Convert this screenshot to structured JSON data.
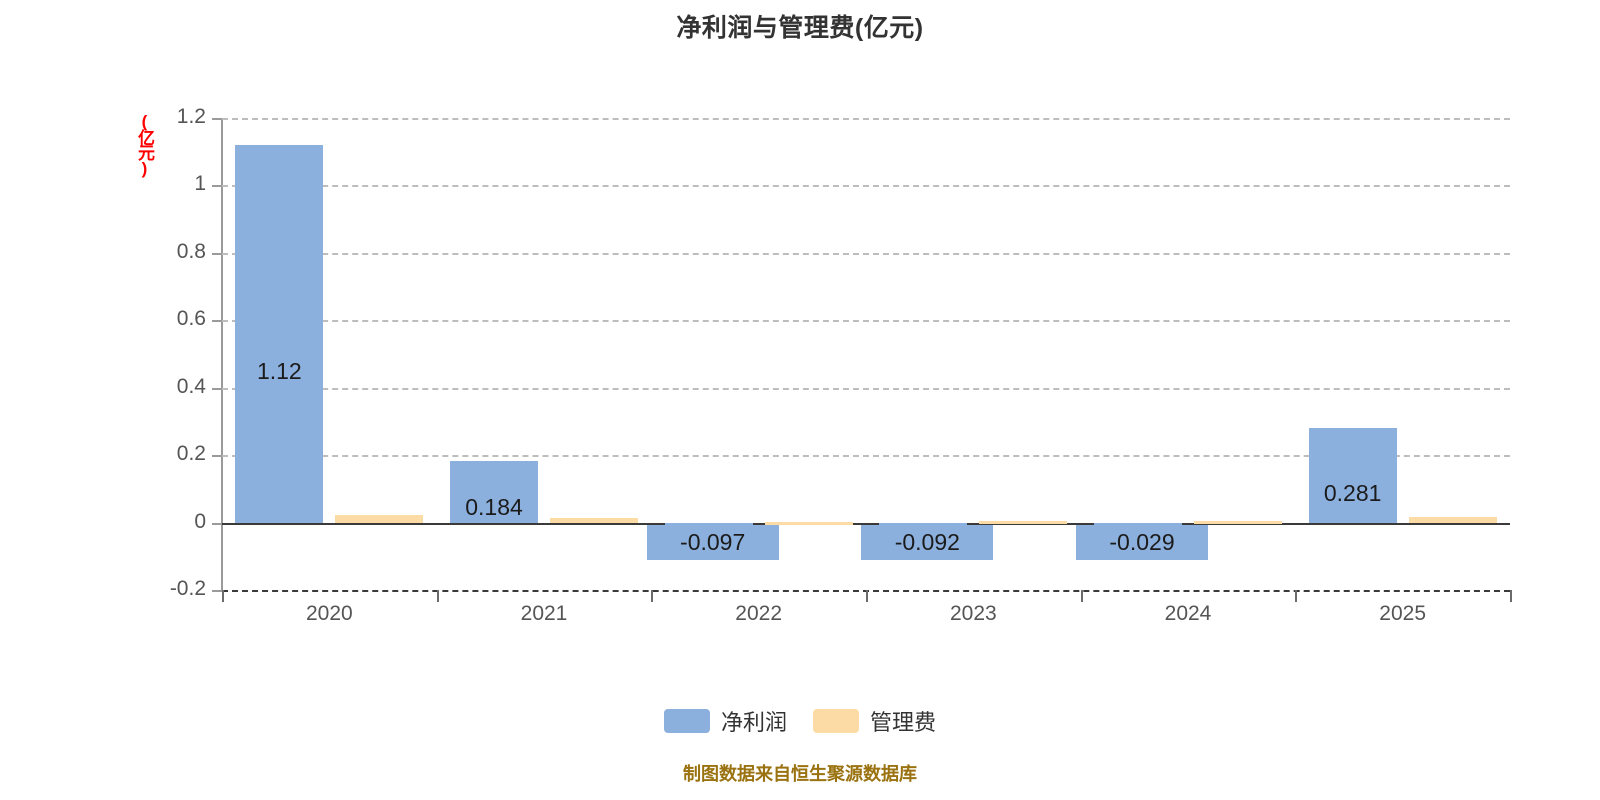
{
  "chart_data": {
    "type": "bar",
    "title": "净利润与管理费(亿元)",
    "xlabel": "",
    "ylabel": "(亿元)",
    "categories": [
      "2020",
      "2021",
      "2022",
      "2023",
      "2024",
      "2025"
    ],
    "series": [
      {
        "name": "净利润",
        "color": "#8cb0dd",
        "values": [
          1.12,
          0.184,
          -0.097,
          -0.092,
          -0.029,
          0.281
        ],
        "labels": [
          "1.12",
          "0.184",
          "-0.097",
          "-0.092",
          "-0.029",
          "0.281"
        ]
      },
      {
        "name": "管理费",
        "color": "#fcdca4",
        "values": [
          0.022,
          0.015,
          0.003,
          0.004,
          0.005,
          0.018
        ],
        "labels": [
          "",
          "",
          "",
          "",
          "",
          ""
        ]
      }
    ],
    "ylim": [
      -0.2,
      1.2
    ],
    "yticks": [
      "1.2",
      "1",
      "0.8",
      "0.6",
      "0.4",
      "0.2",
      "0",
      "-0.2"
    ],
    "ytick_values": [
      1.2,
      1,
      0.8,
      0.6,
      0.4,
      0.2,
      0,
      -0.2
    ],
    "grid": true,
    "legend_position": "bottom"
  },
  "legend": {
    "items": [
      {
        "label": "净利润",
        "color": "#8cb0dd"
      },
      {
        "label": "管理费",
        "color": "#fcdca4"
      }
    ]
  },
  "footer": {
    "note": "制图数据来自恒生聚源数据库",
    "color": "#9a7310"
  },
  "axis": {
    "unit_label": "(亿元)",
    "unit_color": "#ff0000"
  }
}
